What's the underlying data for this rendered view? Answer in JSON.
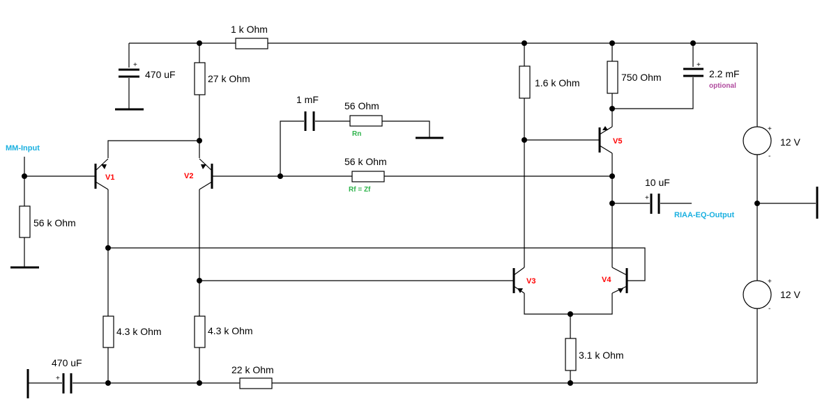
{
  "colors": {
    "wire": "#000000",
    "transistor_label": "#ff0000",
    "io_label": "#1ab0e0",
    "feedback_label": "#2db34a",
    "optional_label": "#b04a9e"
  },
  "labels": {
    "r_top": "1 k Ohm",
    "c_470_top": "470 uF",
    "r_27k": "27 k Ohm",
    "c_1mf": "1 mF",
    "r_56_rn": "56  Ohm",
    "rn": "Rn",
    "r_56k_fb": "56 k Ohm",
    "rf": "Rf = Zf",
    "r_56k_in": "56 k Ohm",
    "r_43k_a": "4.3 k Ohm",
    "r_43k_b": "4.3 k Ohm",
    "c_470_bottom": "470 uF",
    "r_22k": "22 k Ohm",
    "r_16k": "1.6 k Ohm",
    "r_750": "750  Ohm",
    "c_22mf": "2.2 mF",
    "optional": "optional",
    "c_10uf": "10 uF",
    "r_31k": "3.1 k Ohm",
    "v_top": "12 V",
    "v_bottom": "12 V",
    "plus_a": "+",
    "minus_a": "-",
    "plus_b": "+",
    "minus_b": "-",
    "plus_c470t": "+",
    "plus_c22": "+",
    "plus_c10": "+",
    "plus_c470b": "+"
  },
  "io": {
    "input": "MM-Input",
    "output": "RIAA-EQ-Output"
  },
  "transistors": {
    "v1": "V1",
    "v2": "V2",
    "v3": "V3",
    "v4": "V4",
    "v5": "V5"
  }
}
